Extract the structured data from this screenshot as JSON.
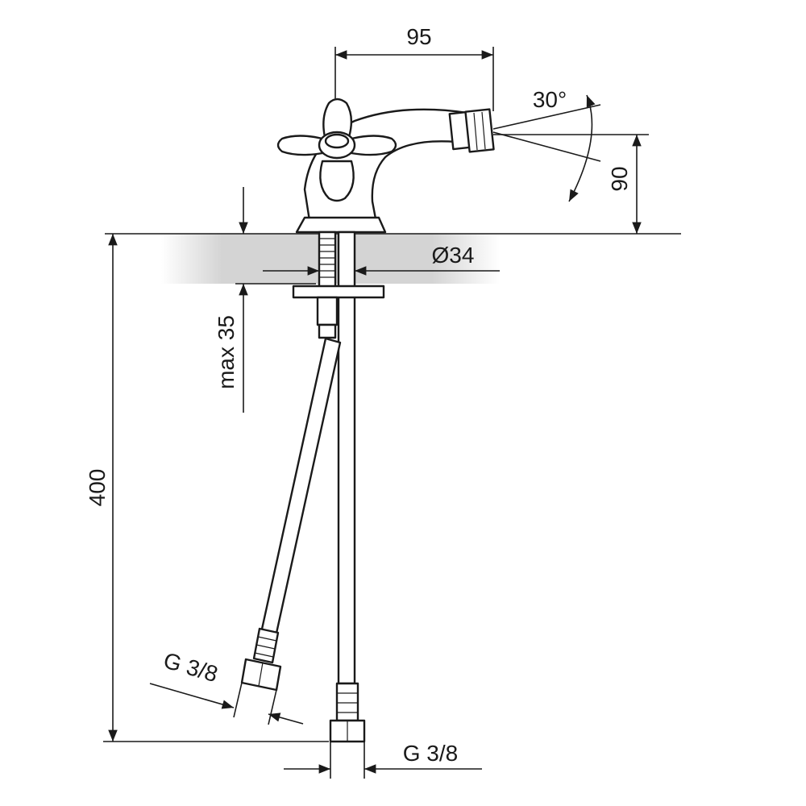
{
  "dimensions": {
    "spout_reach": "95",
    "spray_angle": "30°",
    "spout_height": "90",
    "hole_diameter": "Ø34",
    "max_thickness": "max 35",
    "hose_length": "400",
    "connector_left": "G 3/8",
    "connector_right": "G 3/8"
  },
  "colors": {
    "line": "#1a1a1a",
    "countertop_shade": "#c8c8c8",
    "background": "#ffffff"
  }
}
